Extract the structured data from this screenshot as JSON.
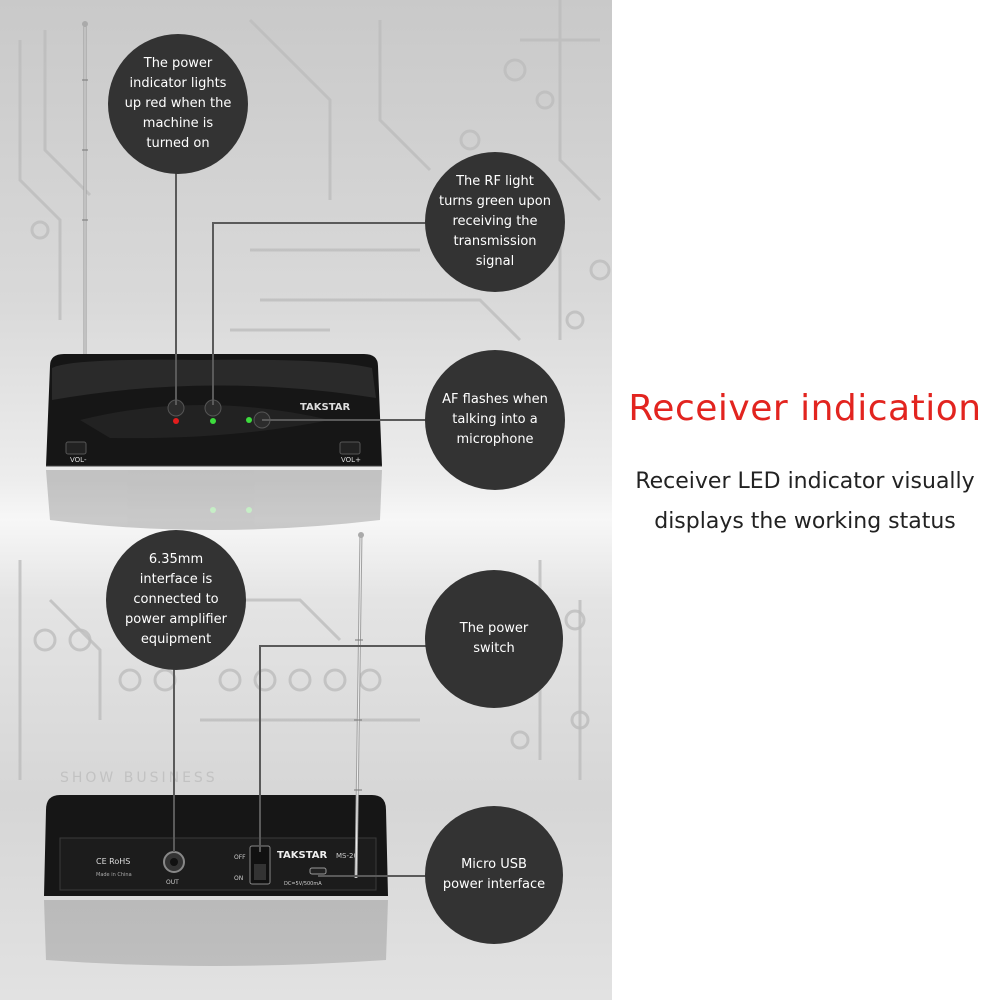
{
  "callouts": {
    "power_indicator": "The power indicator lights up red when the machine is turned on",
    "rf_light": "The RF light turns green upon receiving the transmission signal",
    "af_flash": "AF flashes when talking into a microphone",
    "interface_635": "6.35mm interface is connected to power amplifier equipment",
    "power_switch": "The power switch",
    "micro_usb": "Micro USB power interface"
  },
  "front_panel": {
    "brand": "TAKSTAR",
    "vol_minus": "VOL-",
    "vol_plus": "VOL+"
  },
  "rear_panel": {
    "brand": "TAKSTAR",
    "model": "MS-20",
    "off_label": "OFF",
    "on_label": "ON",
    "out_label": "OUT",
    "dc_label": "DC=5V/500mA",
    "cert": "CE RoHS",
    "made_in": "Made in China"
  },
  "background_text": "SHOW BUSINESS",
  "heading": {
    "title": "Receiver indication",
    "subtitle": "Receiver LED indicator visually displays the working status"
  },
  "colors": {
    "title": "#e2241f",
    "bubble": "#333333",
    "led_red": "#e21d1d",
    "led_green": "#3ddc3d"
  }
}
